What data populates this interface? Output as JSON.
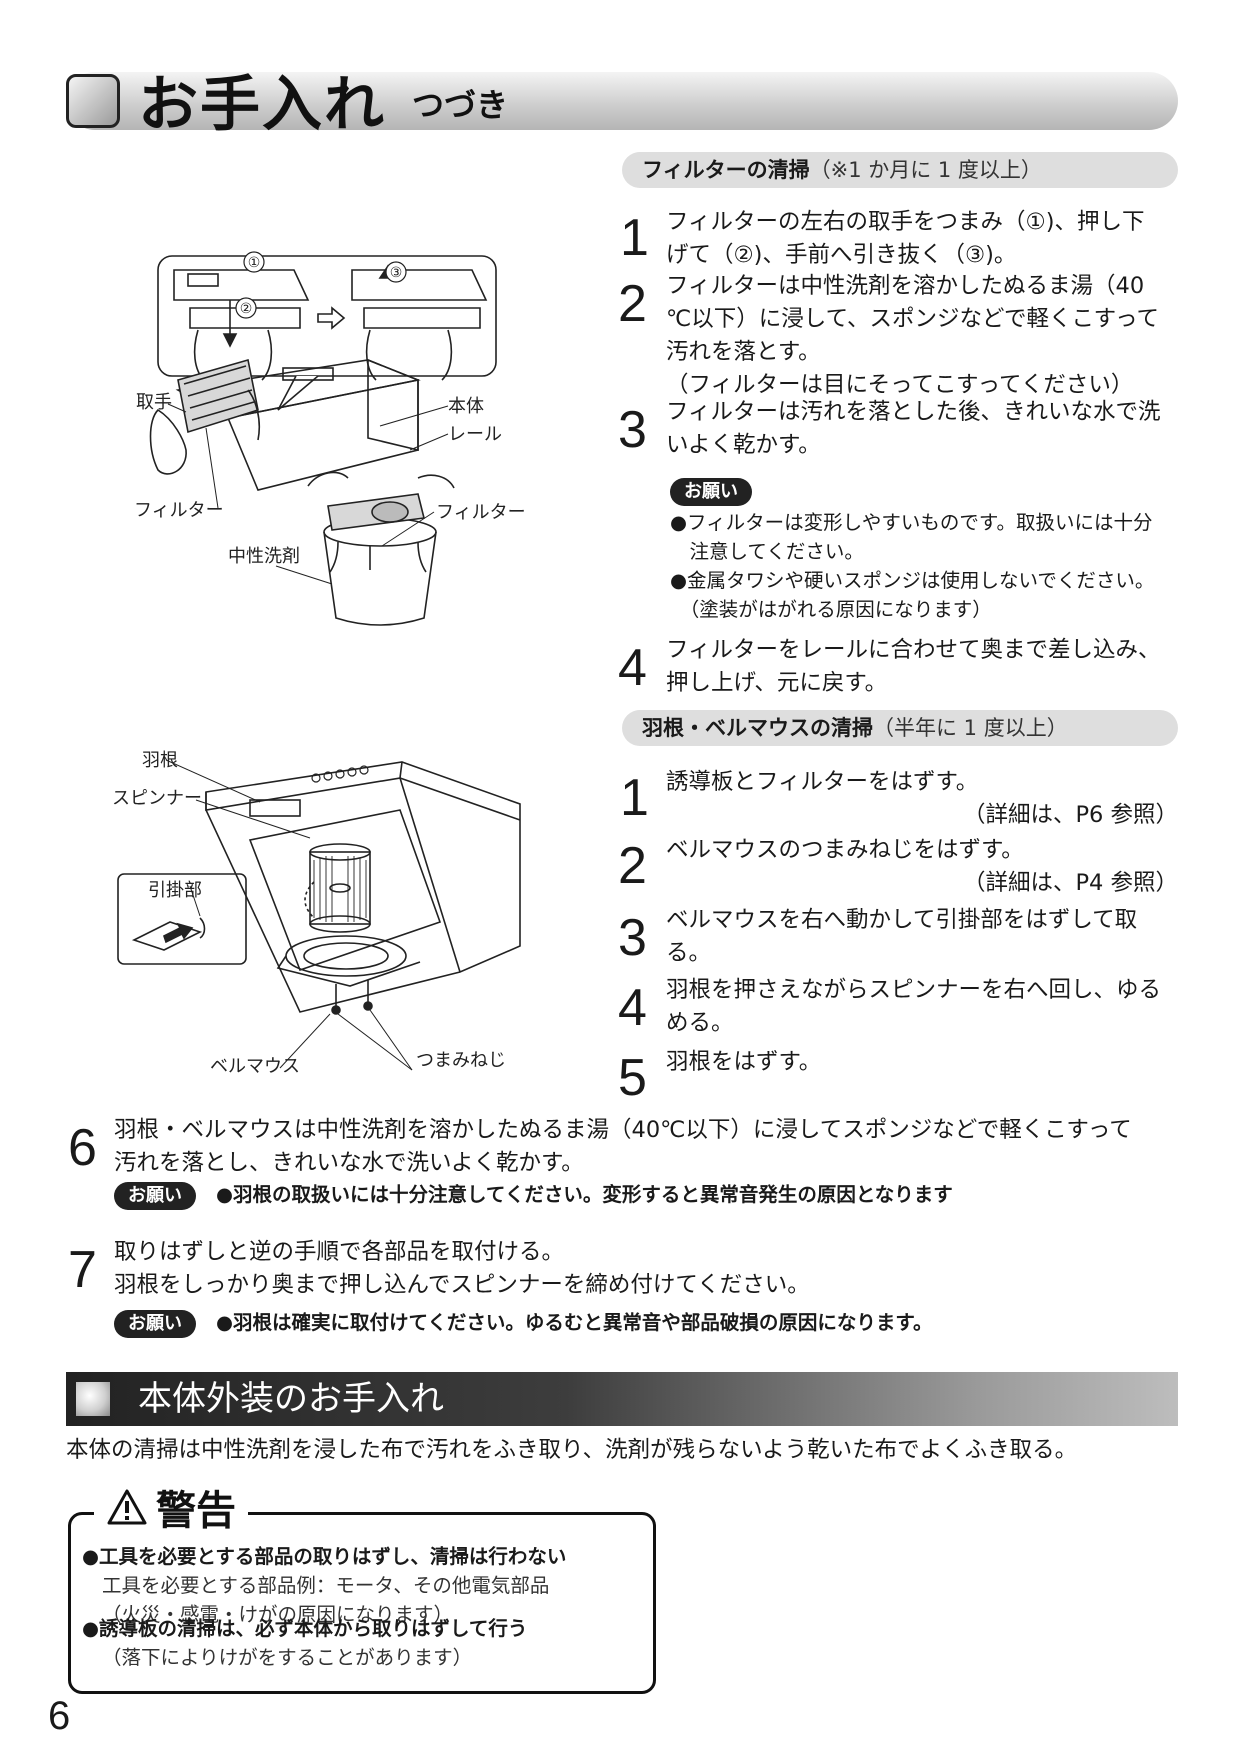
{
  "header": {
    "title": "お手入れ",
    "subtitle": "つづき"
  },
  "filter_section": {
    "heading": "フィルターの清掃",
    "heading_note": "（※1 か月に 1 度以上）",
    "steps": [
      {
        "num": "1",
        "lines": [
          "フィルターの左右の取手をつまみ（①)、押し下",
          "げて（②)、手前へ引き抜く（③)。"
        ]
      },
      {
        "num": "2",
        "lines": [
          "フィルターは中性洗剤を溶かしたぬるま湯（40",
          "℃以下）に浸して、スポンジなどで軽くこすって",
          "汚れを落とす。",
          "（フィルターは目にそってこすってください）"
        ]
      },
      {
        "num": "3",
        "lines": [
          "フィルターは汚れを落とした後、きれいな水で洗",
          "いよく乾かす。"
        ]
      },
      {
        "num": "4",
        "lines": [
          "フィルターをレールに合わせて奥まで差し込み、",
          "押し上げ、元に戻す。"
        ]
      }
    ],
    "onegai": {
      "badge": "お願い",
      "items": [
        [
          "●フィルターは変形しやすいものです。取扱いには十分",
          "　注意してください。"
        ],
        [
          "●金属タワシや硬いスポンジは使用しないでください。",
          "　（塗装がはがれる原因になります）"
        ]
      ]
    },
    "figure": {
      "labels": {
        "handle": "取手",
        "body": "本体",
        "rail": "レール",
        "filter1": "フィルター",
        "filter2": "フィルター",
        "detergent": "中性洗剤",
        "c1": "①",
        "c2": "②",
        "c3": "③"
      }
    }
  },
  "fan_section": {
    "heading": "羽根・ベルマウスの清掃",
    "heading_note": "（半年に 1 度以上）",
    "steps": [
      {
        "num": "1",
        "lines": [
          "誘導板とフィルターをはずす。"
        ],
        "note": "（詳細は、P6 参照）"
      },
      {
        "num": "2",
        "lines": [
          "ベルマウスのつまみねじをはずす。"
        ],
        "note": "（詳細は、P4 参照）"
      },
      {
        "num": "3",
        "lines": [
          "ベルマウスを右へ動かして引掛部をはずして取",
          "る。"
        ]
      },
      {
        "num": "4",
        "lines": [
          "羽根を押さえながらスピンナーを右へ回し、ゆる",
          "める。"
        ]
      },
      {
        "num": "5",
        "lines": [
          "羽根をはずす。"
        ]
      }
    ],
    "figure": {
      "labels": {
        "fan": "羽根",
        "spinner": "スピンナー",
        "hook": "引掛部",
        "bellmouth": "ベルマウス",
        "knob_screw": "つまみねじ"
      }
    }
  },
  "step6": {
    "num": "6",
    "lines": [
      "羽根・ベルマウスは中性洗剤を溶かしたぬるま湯（40℃以下）に浸してスポンジなどで軽くこすって",
      "汚れを落とし、きれいな水で洗いよく乾かす。"
    ],
    "onegai_badge": "お願い",
    "onegai_text": "●羽根の取扱いには十分注意してください。変形すると異常音発生の原因となります"
  },
  "step7": {
    "num": "7",
    "lines": [
      "取りはずしと逆の手順で各部品を取付ける。",
      "羽根をしっかり奥まで押し込んでスピンナーを締め付けてください。"
    ],
    "onegai_badge": "お願い",
    "onegai_text": "●羽根は確実に取付けてください。ゆるむと異常音や部品破損の原因になります。"
  },
  "exterior": {
    "heading": "本体外装のお手入れ",
    "text": "本体の清掃は中性洗剤を浸した布で汚れをふき取り、洗剤が残らないよう乾いた布でよくふき取る。"
  },
  "warning": {
    "title": "警告",
    "items": [
      {
        "bold": "●工具を必要とする部品の取りはずし、清掃は行わない",
        "subs": [
          "工具を必要とする部品例：モータ、その他電気部品",
          "（火災・感電・けがの原因になります）"
        ]
      },
      {
        "bold": "●誘導板の清掃は、必ず本体から取りはずして行う",
        "subs": [
          "（落下によりけがをすることがあります）"
        ]
      }
    ]
  },
  "page_number": "6"
}
